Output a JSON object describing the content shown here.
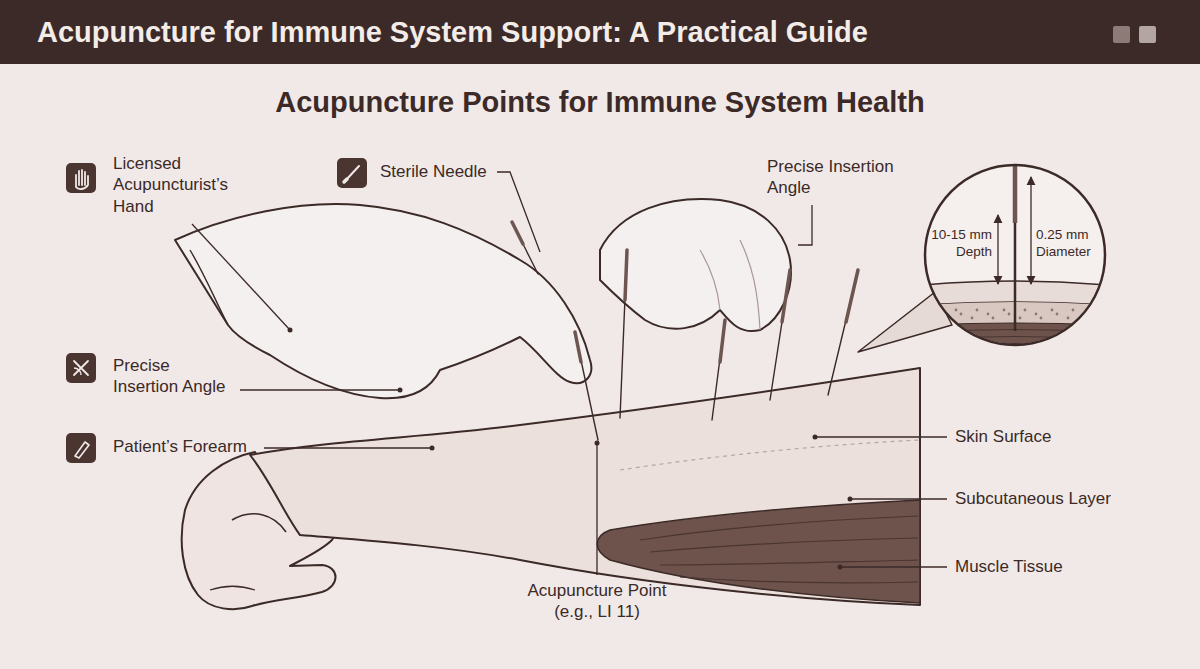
{
  "diagram": {
    "title": "Acupuncture for Immune System Support: A Practical Guide",
    "nodes": [
      {
        "text": [
          "10-15 mm Depth",
          "0.25 mm Diameter"
        ]
      }
    ],
    "labels": [
      "Acupuncture Points for Immune System Health",
      "Licensed Acupuncturist’s Hand",
      "Sterile Needle",
      "Precise Insertion Angle",
      "Precise Insertion Angle",
      "Patient’s Forearm",
      "Skin Surface",
      "Subcutaneous Layer",
      "Muscle Tissue",
      "Acupuncture Point (e.g., LI 11)"
    ]
  }
}
